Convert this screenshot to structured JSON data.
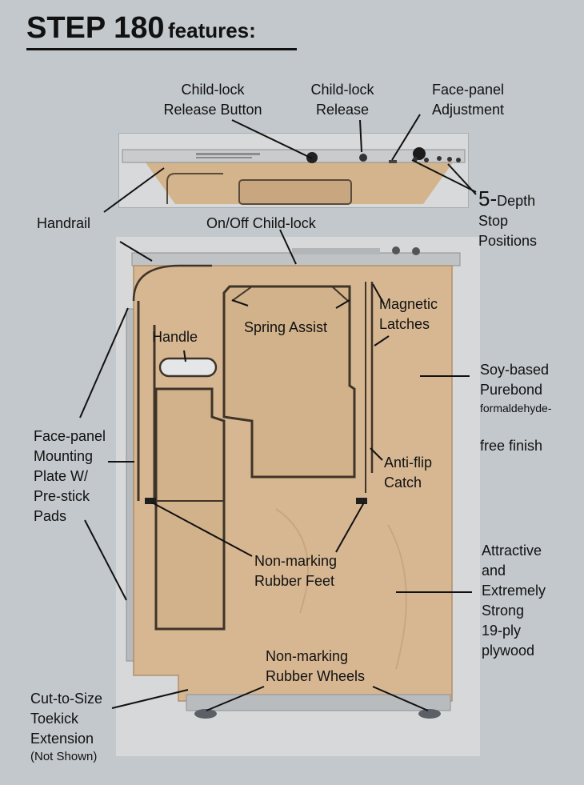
{
  "title": {
    "main": "STEP 180",
    "sub": "features:"
  },
  "labels": {
    "child_lock_release_button": "Child-lock\nRelease Button",
    "child_lock_release": "Child-lock\nRelease",
    "face_panel_adjustment": "Face-panel\nAdjustment",
    "depth_stop_number": "5-",
    "depth_stop_text_1": "Depth",
    "depth_stop_text_2": "Stop\nPositions",
    "handrail": "Handrail",
    "on_off_child_lock": "On/Off Child-lock",
    "magnetic_latches": "Magnetic\nLatches",
    "spring_assist": "Spring Assist",
    "handle": "Handle",
    "soy_purebond_top": "Soy-based\nPurebond",
    "soy_purebond_small": "formaldehyde-",
    "soy_purebond_bottom": "free finish",
    "face_panel_mounting": "Face-panel\nMounting\nPlate W/\nPre-stick\nPads",
    "anti_flip_catch": "Anti-flip\nCatch",
    "non_marking_rubber_feet": "Non-marking\nRubber Feet",
    "attractive_plywood": "Attractive\nand\nExtremely\nStrong\n19-ply\nplywood",
    "non_marking_rubber_wheels": "Non-marking\nRubber Wheels",
    "cut_to_size": "Cut-to-Size\nToekick\nExtension",
    "not_shown": "(Not Shown)"
  },
  "colors": {
    "background": "#c3c8cc",
    "plywood": "#d7b792",
    "plywood_edge": "#c09a72",
    "aluminum": "#b9bcbe",
    "cutout": "#d8dadb",
    "text": "#111111"
  }
}
